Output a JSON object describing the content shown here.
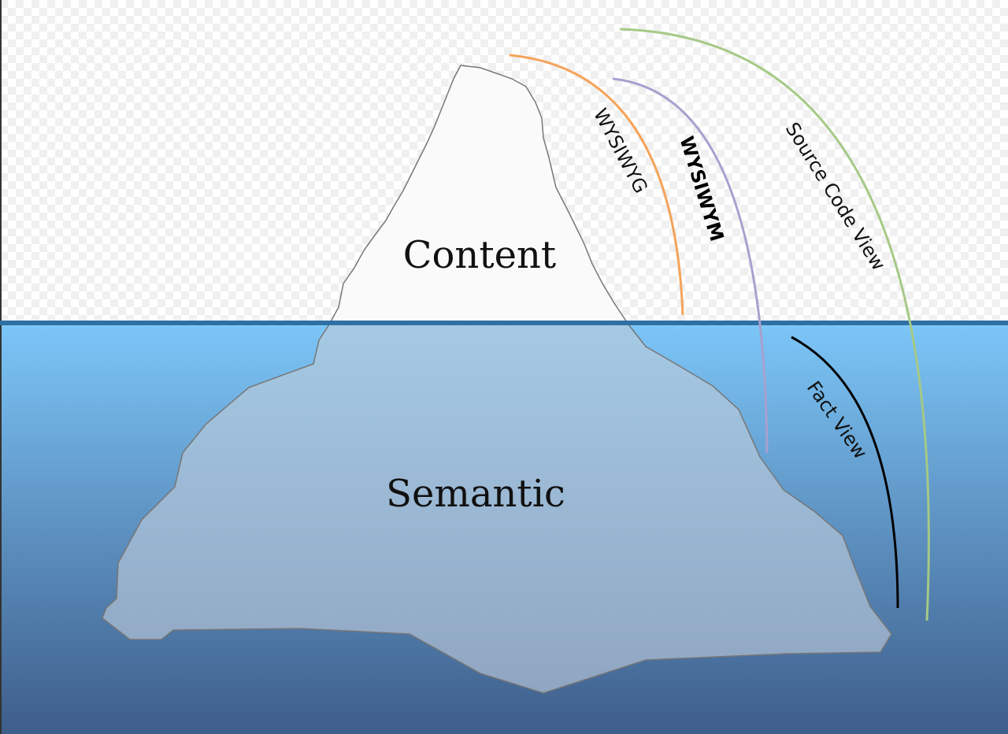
{
  "labels": {
    "content": "Content",
    "semantic": "Semantic"
  },
  "arcs": [
    {
      "id": "wysiwyg",
      "label": "WYSIWYG",
      "color": "#f5a35a",
      "bold": false
    },
    {
      "id": "wysiwym",
      "label": "WYSIWYM",
      "color": "#a8a0cf",
      "bold": true
    },
    {
      "id": "source-code-view",
      "label": "Source Code View",
      "color": "#a5c986",
      "bold": false
    },
    {
      "id": "fact-view",
      "label": "Fact View",
      "color": "#000000",
      "bold": false
    }
  ],
  "colors": {
    "sky_checker_a": "#ffffff",
    "sky_checker_b": "#f0f0f0",
    "water_top": "#7cc6f8",
    "water_bottom": "#3e5d8a",
    "waterline": "#2f6fa3",
    "ice_top": "#fafafa",
    "ice_under_top": "#b3e1fc",
    "ice_under_bottom": "#90a6c2",
    "outline": "#777777"
  }
}
